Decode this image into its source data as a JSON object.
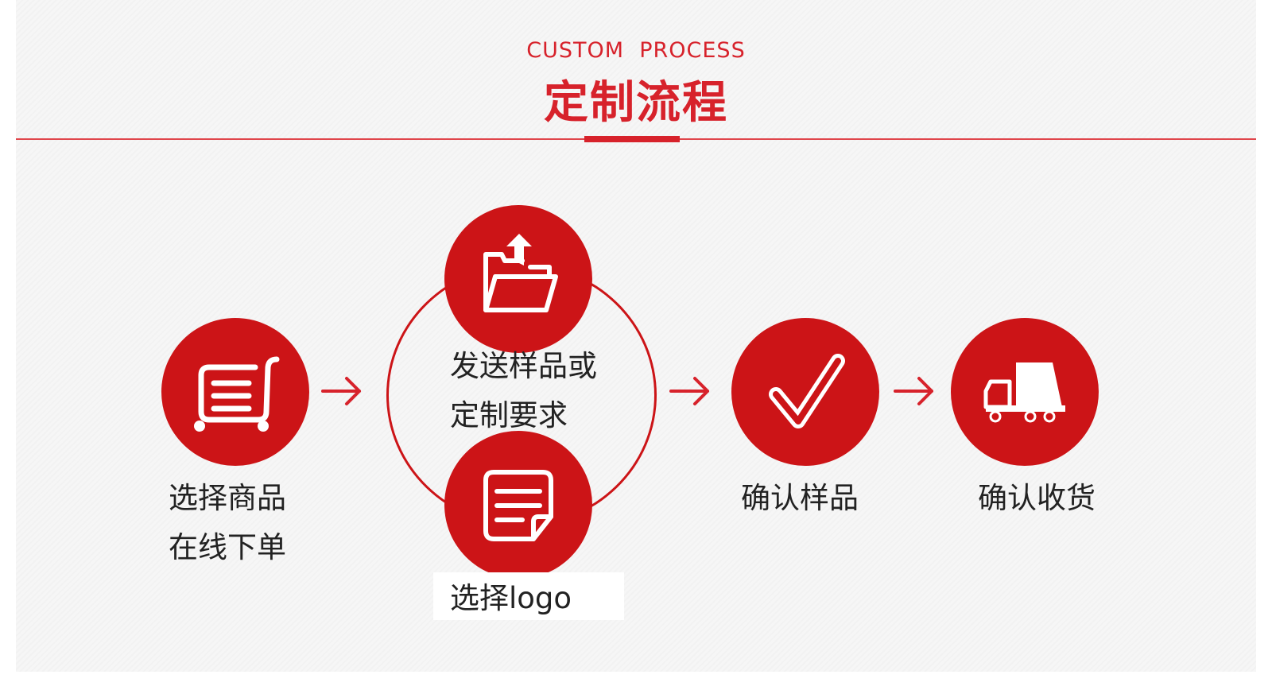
{
  "header": {
    "title_en": "CUSTOM  PROCESS",
    "title_cn": "定制流程",
    "accent_color": "#d7222b"
  },
  "steps": [
    {
      "icon": "shopping-cart-icon",
      "line1": "选择商品",
      "line2": "在线下单"
    },
    {
      "icon": "folder-upload-icon",
      "line1": "发送样品或",
      "line2": "定制要求"
    },
    {
      "icon": "document-icon",
      "line1": "选择logo"
    },
    {
      "icon": "checkmark-icon",
      "line1": "确认样品"
    },
    {
      "icon": "delivery-truck-icon",
      "line1": "确认收货"
    }
  ],
  "arrows": [
    "right-arrow-icon",
    "right-arrow-icon",
    "right-arrow-icon"
  ],
  "circle_color": "#cc1417"
}
